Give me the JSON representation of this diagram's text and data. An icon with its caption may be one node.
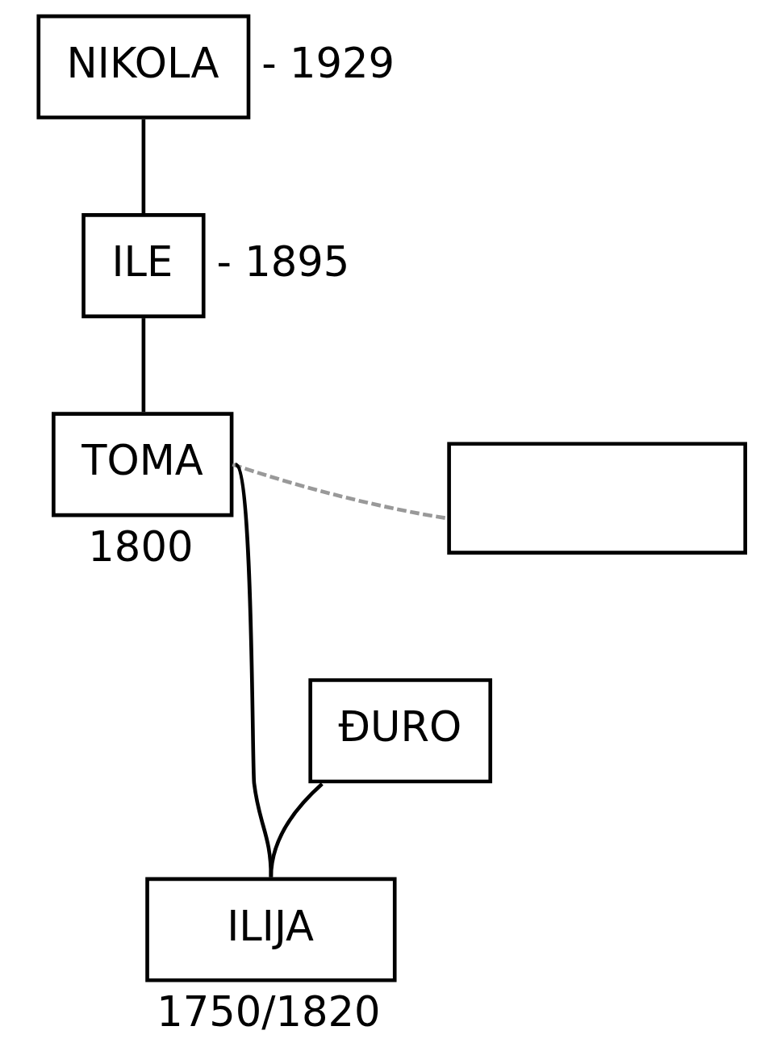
{
  "diagram": {
    "nodes": [
      {
        "text": [
          "NIKOLA"
        ],
        "beside": [
          "- 1929"
        ]
      },
      {
        "text": [
          "ILE"
        ],
        "beside": [
          "- 1895"
        ]
      },
      {
        "text": [],
        "shape": "box"
      },
      {
        "text": [
          "TOMA"
        ],
        "beside": [
          "1800"
        ]
      },
      {
        "text": [
          "ĐURO"
        ]
      },
      {
        "text": [
          "ILIJA"
        ],
        "beside": [
          "1750/1820"
        ]
      }
    ],
    "edges": [
      {
        "from": 0,
        "to": 1,
        "arrow": "none"
      },
      {
        "from": 1,
        "to": 3,
        "arrow": "none"
      },
      {
        "from": 3,
        "to": 2,
        "arrow": "none",
        "style": "dashed",
        "color": "#999999"
      },
      {
        "from": 3,
        "to": 5,
        "arrow": "none"
      },
      {
        "from": 4,
        "to": 5,
        "arrow": "none"
      }
    ]
  }
}
